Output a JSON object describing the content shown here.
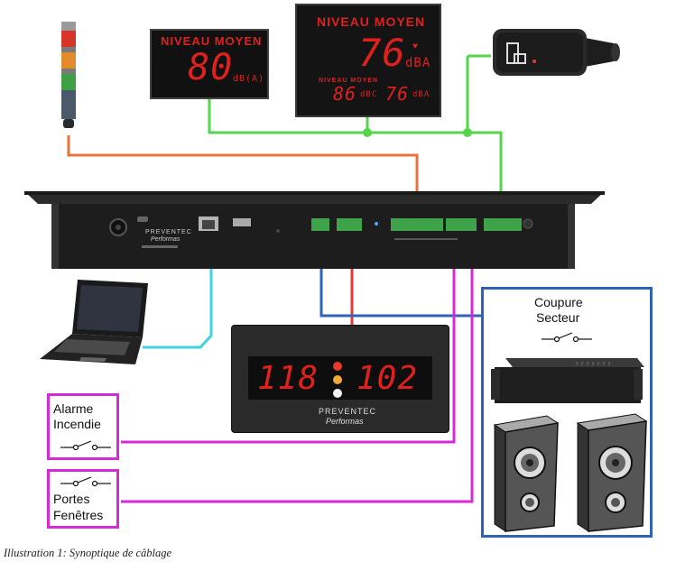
{
  "displays": {
    "small": {
      "title": "NIVEAU MOYEN",
      "value": "80",
      "unit": "dB(A)"
    },
    "large": {
      "title": "NIVEAU MOYEN",
      "value": "76",
      "unit": "dBA",
      "sub_title": "NIVEAU MOYEN",
      "sub_value_c": "86",
      "sub_unit_c": "dBC",
      "sub_value_a": "76",
      "sub_unit_a": "dBA"
    },
    "remote": {
      "left_value": "118",
      "right_value": "102",
      "brand": "PREVENTEC",
      "brand_sub": "Performas"
    }
  },
  "rack": {
    "brand": "PREVENTEC",
    "brand_sub": "Performas"
  },
  "boxes": {
    "fire_alarm": {
      "line1": "Alarme",
      "line2": "Incendie"
    },
    "doors": {
      "line1": "Portes",
      "line2": "Fenêtres"
    },
    "power": {
      "line1": "Coupure",
      "line2": "Secteur"
    }
  },
  "colors": {
    "orange": "#e8743c",
    "green": "#55d64a",
    "cyan": "#3fd3e2",
    "red": "#e23a35",
    "blue": "#2f63b8",
    "magenta": "#d62ad6"
  },
  "caption": "Illustration 1: Synoptique de câblage"
}
